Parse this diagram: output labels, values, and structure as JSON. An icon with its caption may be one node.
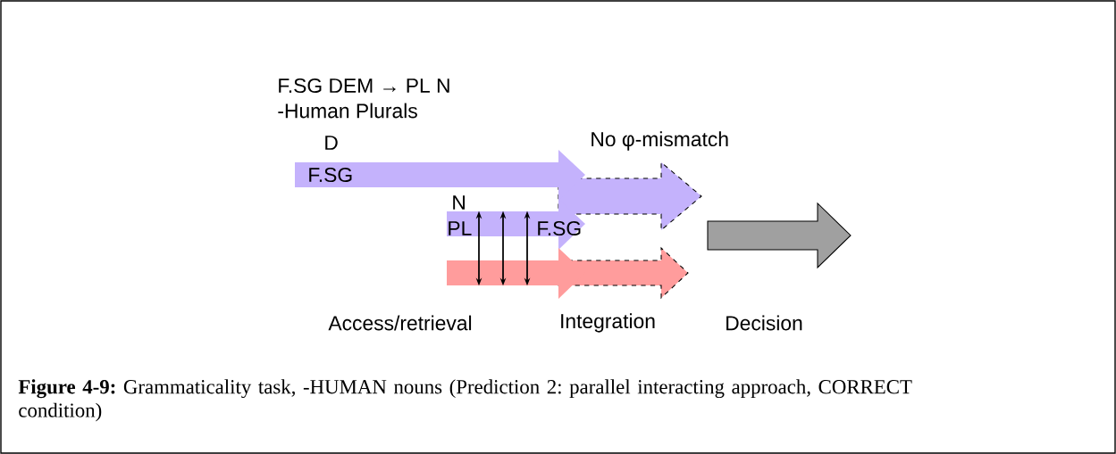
{
  "diagram": {
    "caption": "**Figure 4-9:** Grammaticality task, -HUMAN nouns (Prediction 2: parallel interacting approach, CORRECT condition)",
    "nodes": [
      {
        "text": [
          "D",
          "F.SG"
        ]
      },
      {
        "text": [
          "N",
          "PL",
          "F.SG"
        ]
      },
      {
        "text": [],
        "shape": "arrow"
      },
      {
        "text": [
          "No φ-mismatch"
        ]
      },
      {
        "text": [],
        "shape": "arrow"
      },
      {
        "text": [],
        "shape": "arrow"
      }
    ],
    "edges": [
      {
        "from": 1,
        "to": 2,
        "arrow": "both"
      },
      {
        "from": 1,
        "to": 2,
        "arrow": "both"
      },
      {
        "from": 1,
        "to": 2,
        "arrow": "both"
      }
    ],
    "labels": [
      "F.SG DEM → PL N",
      "-Human Plurals",
      "Access/retrieval",
      "Integration",
      "Decision"
    ]
  }
}
